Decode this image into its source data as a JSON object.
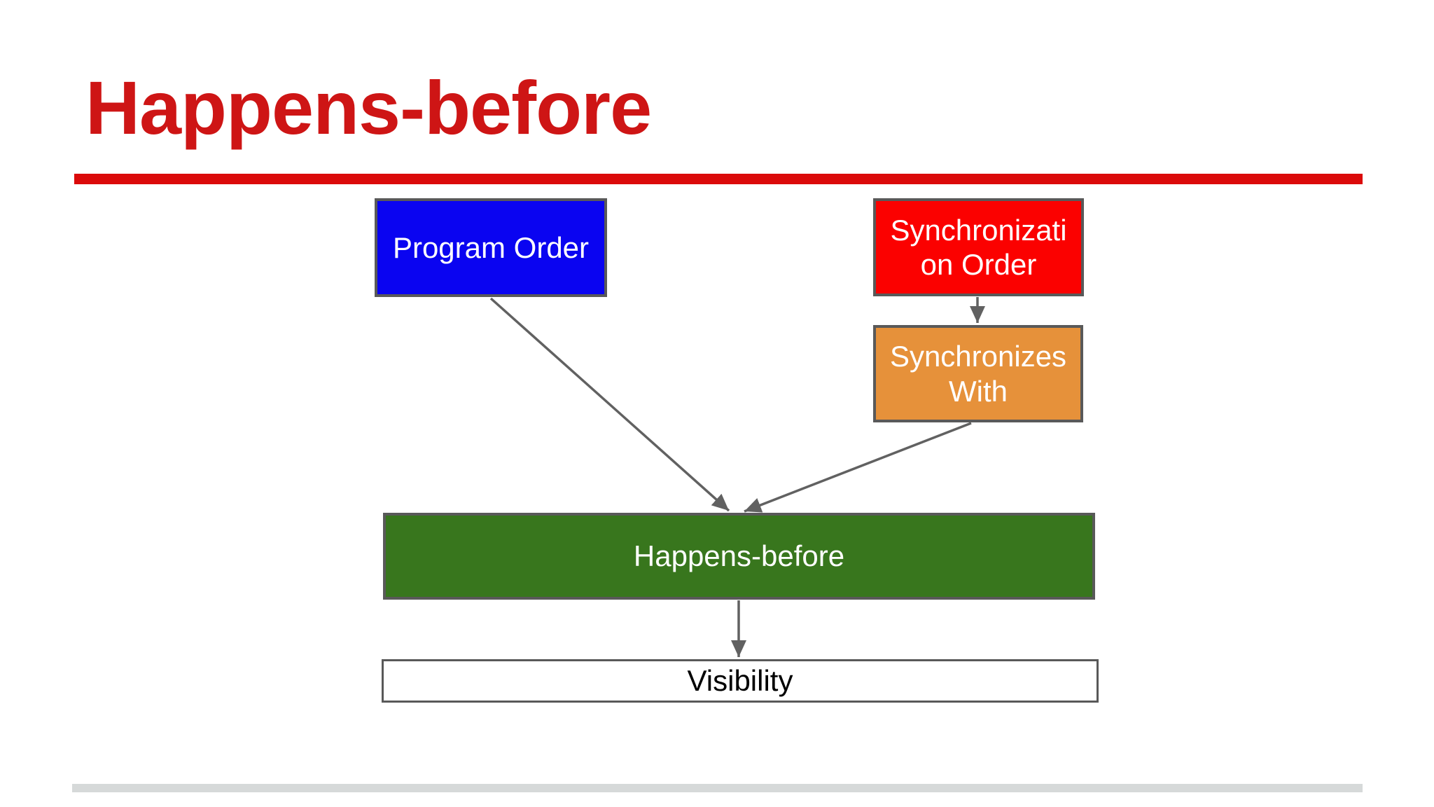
{
  "slide": {
    "title": "Happens-before",
    "nodes": {
      "program_order": {
        "label": "Program Order",
        "fill": "#0A04F1",
        "text_color": "#FFFFFF"
      },
      "synchronization_order": {
        "label": "Synchronization Order",
        "label_lines": [
          "Synchronizati",
          "on Order"
        ],
        "fill": "#FB0100",
        "text_color": "#FFFFFF"
      },
      "synchronizes_with": {
        "label": "Synchronizes With",
        "label_lines": [
          "Synchronizes",
          "With"
        ],
        "fill": "#E6913A",
        "text_color": "#FFFFFF"
      },
      "happens_before": {
        "label": "Happens-before",
        "fill": "#38761D",
        "text_color": "#FFFFFF"
      },
      "visibility": {
        "label": "Visibility",
        "fill": "#FFFFFF",
        "text_color": "#000000"
      }
    },
    "edges": [
      {
        "from": "program_order",
        "to": "happens_before"
      },
      {
        "from": "synchronization_order",
        "to": "synchronizes_with"
      },
      {
        "from": "synchronizes_with",
        "to": "happens_before"
      },
      {
        "from": "happens_before",
        "to": "visibility"
      }
    ],
    "colors": {
      "title_red": "#CE1515",
      "divider_red": "#DB0A0A",
      "box_border": "#595959",
      "arrow": "#616161",
      "footer_bar": "#D6D9D9"
    }
  }
}
